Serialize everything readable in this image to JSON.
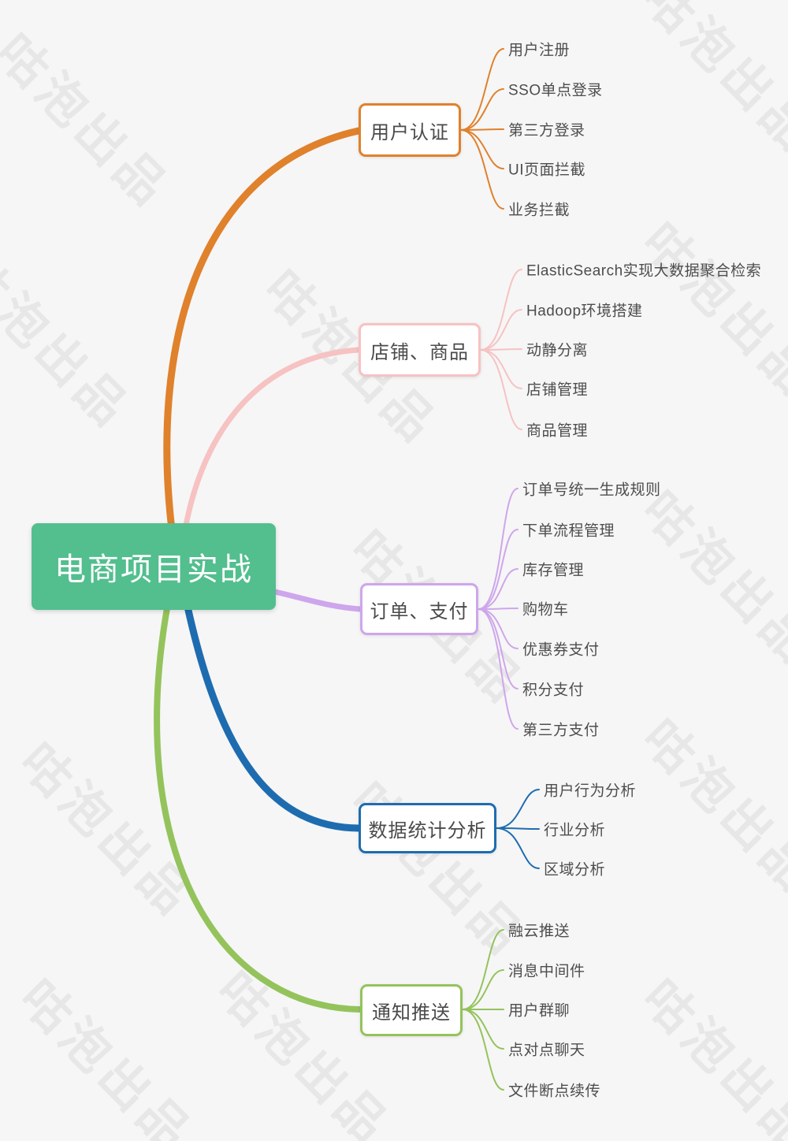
{
  "watermark": {
    "text": "咕泡出品"
  },
  "root": {
    "label": "电商项目实战",
    "color": "#53BE8E",
    "text_color": "#ffffff"
  },
  "branches": [
    {
      "label": "用户认证",
      "color": "#E0812C",
      "children": [
        "用户注册",
        "SSO单点登录",
        "第三方登录",
        "UI页面拦截",
        "业务拦截"
      ]
    },
    {
      "label": "店铺、商品",
      "color": "#F7C2C2",
      "children": [
        "ElasticSearch实现大数据聚合检索",
        "Hadoop环境搭建",
        "动静分离",
        "店铺管理",
        "商品管理"
      ]
    },
    {
      "label": "订单、支付",
      "color": "#CEA6EC",
      "children": [
        "订单号统一生成规则",
        "下单流程管理",
        "库存管理",
        "购物车",
        "优惠券支付",
        "积分支付",
        "第三方支付"
      ]
    },
    {
      "label": "数据统计分析",
      "color": "#1E6CB0",
      "children": [
        "用户行为分析",
        "行业分析",
        "区域分析"
      ]
    },
    {
      "label": "通知推送",
      "color": "#94C35C",
      "children": [
        "融云推送",
        "消息中间件",
        "用户群聊",
        "点对点聊天",
        "文件断点续传"
      ]
    }
  ]
}
